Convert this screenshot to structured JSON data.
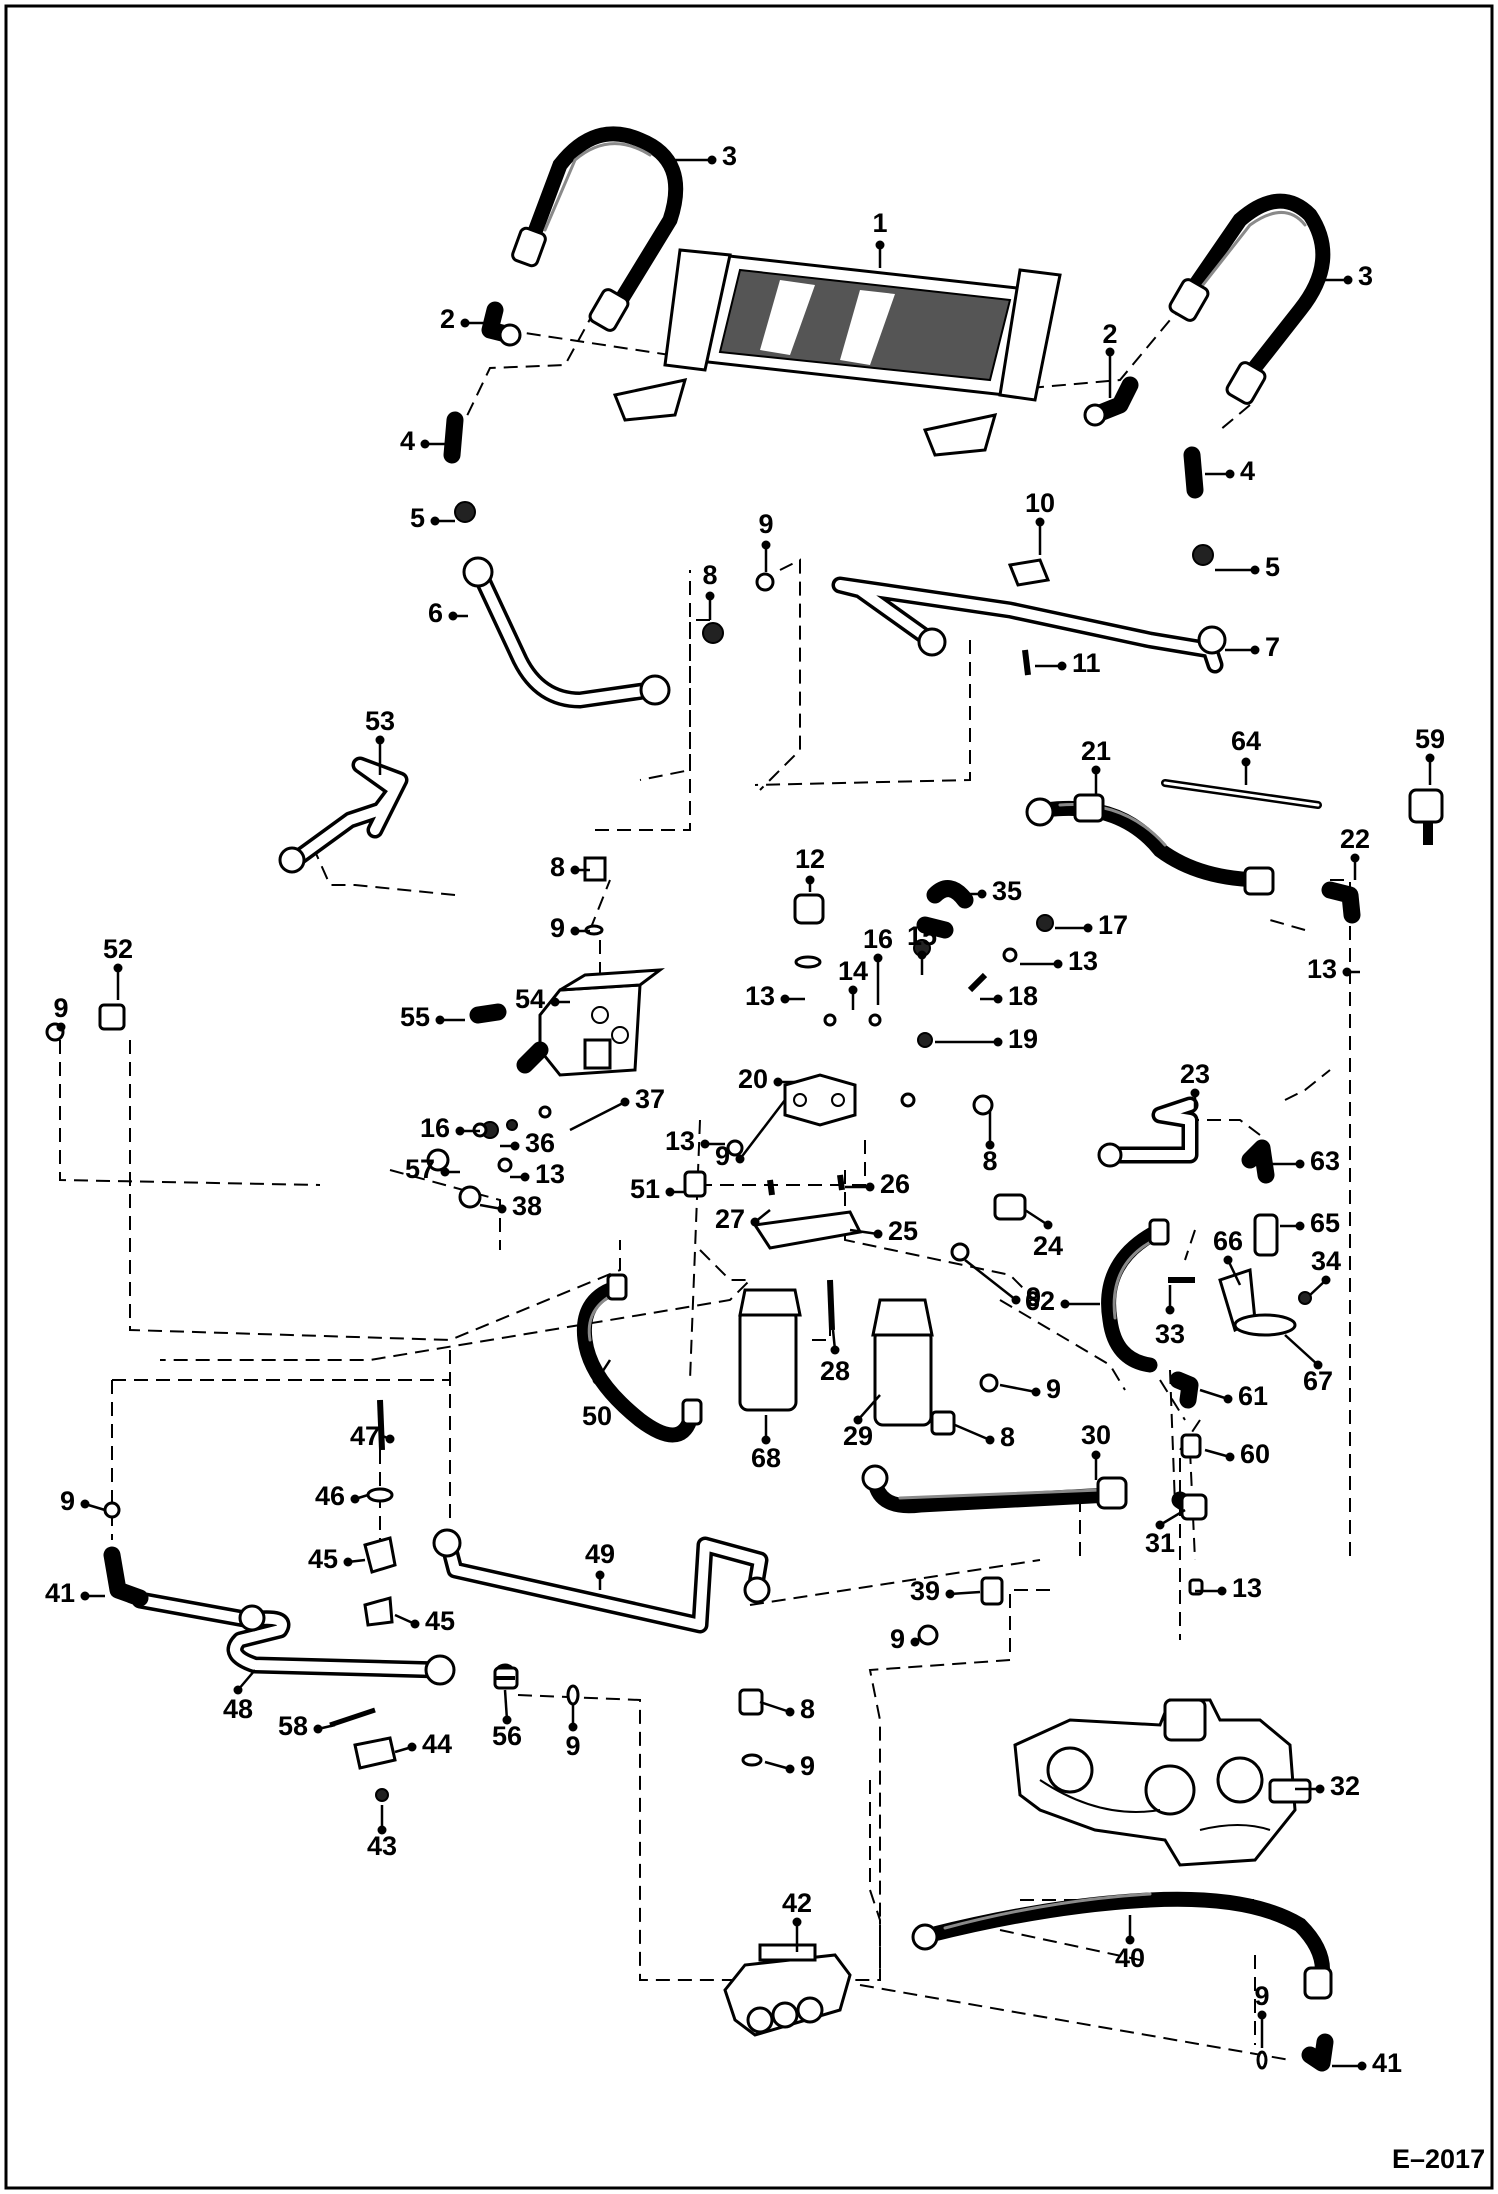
{
  "figure_code": "E–2017",
  "callouts": [
    {
      "text": "1"
    },
    {
      "text": "2"
    },
    {
      "text": "2"
    },
    {
      "text": "3"
    },
    {
      "text": "3"
    },
    {
      "text": "4"
    },
    {
      "text": "4"
    },
    {
      "text": "5"
    },
    {
      "text": "5"
    },
    {
      "text": "6"
    },
    {
      "text": "7"
    },
    {
      "text": "8"
    },
    {
      "text": "9"
    },
    {
      "text": "10"
    },
    {
      "text": "11"
    },
    {
      "text": "53"
    },
    {
      "text": "21"
    },
    {
      "text": "64"
    },
    {
      "text": "59"
    },
    {
      "text": "22"
    },
    {
      "text": "8"
    },
    {
      "text": "12"
    },
    {
      "text": "35"
    },
    {
      "text": "17"
    },
    {
      "text": "9"
    },
    {
      "text": "16"
    },
    {
      "text": "15"
    },
    {
      "text": "52"
    },
    {
      "text": "14"
    },
    {
      "text": "13"
    },
    {
      "text": "13"
    },
    {
      "text": "13"
    },
    {
      "text": "9"
    },
    {
      "text": "55"
    },
    {
      "text": "54"
    },
    {
      "text": "18"
    },
    {
      "text": "19"
    },
    {
      "text": "20"
    },
    {
      "text": "23"
    },
    {
      "text": "37"
    },
    {
      "text": "16"
    },
    {
      "text": "36"
    },
    {
      "text": "9"
    },
    {
      "text": "13"
    },
    {
      "text": "57"
    },
    {
      "text": "13"
    },
    {
      "text": "8"
    },
    {
      "text": "63"
    },
    {
      "text": "51"
    },
    {
      "text": "26"
    },
    {
      "text": "38"
    },
    {
      "text": "27"
    },
    {
      "text": "25"
    },
    {
      "text": "24"
    },
    {
      "text": "65"
    },
    {
      "text": "66"
    },
    {
      "text": "34"
    },
    {
      "text": "9"
    },
    {
      "text": "62"
    },
    {
      "text": "33"
    },
    {
      "text": "28"
    },
    {
      "text": "67"
    },
    {
      "text": "50"
    },
    {
      "text": "9"
    },
    {
      "text": "61"
    },
    {
      "text": "29"
    },
    {
      "text": "8"
    },
    {
      "text": "68"
    },
    {
      "text": "47"
    },
    {
      "text": "30"
    },
    {
      "text": "60"
    },
    {
      "text": "9"
    },
    {
      "text": "46"
    },
    {
      "text": "31"
    },
    {
      "text": "49"
    },
    {
      "text": "45"
    },
    {
      "text": "13"
    },
    {
      "text": "41"
    },
    {
      "text": "39"
    },
    {
      "text": "45"
    },
    {
      "text": "9"
    },
    {
      "text": "48"
    },
    {
      "text": "8"
    },
    {
      "text": "58"
    },
    {
      "text": "44"
    },
    {
      "text": "56"
    },
    {
      "text": "9"
    },
    {
      "text": "9"
    },
    {
      "text": "32"
    },
    {
      "text": "43"
    },
    {
      "text": "42"
    },
    {
      "text": "40"
    },
    {
      "text": "9"
    },
    {
      "text": "41"
    }
  ]
}
